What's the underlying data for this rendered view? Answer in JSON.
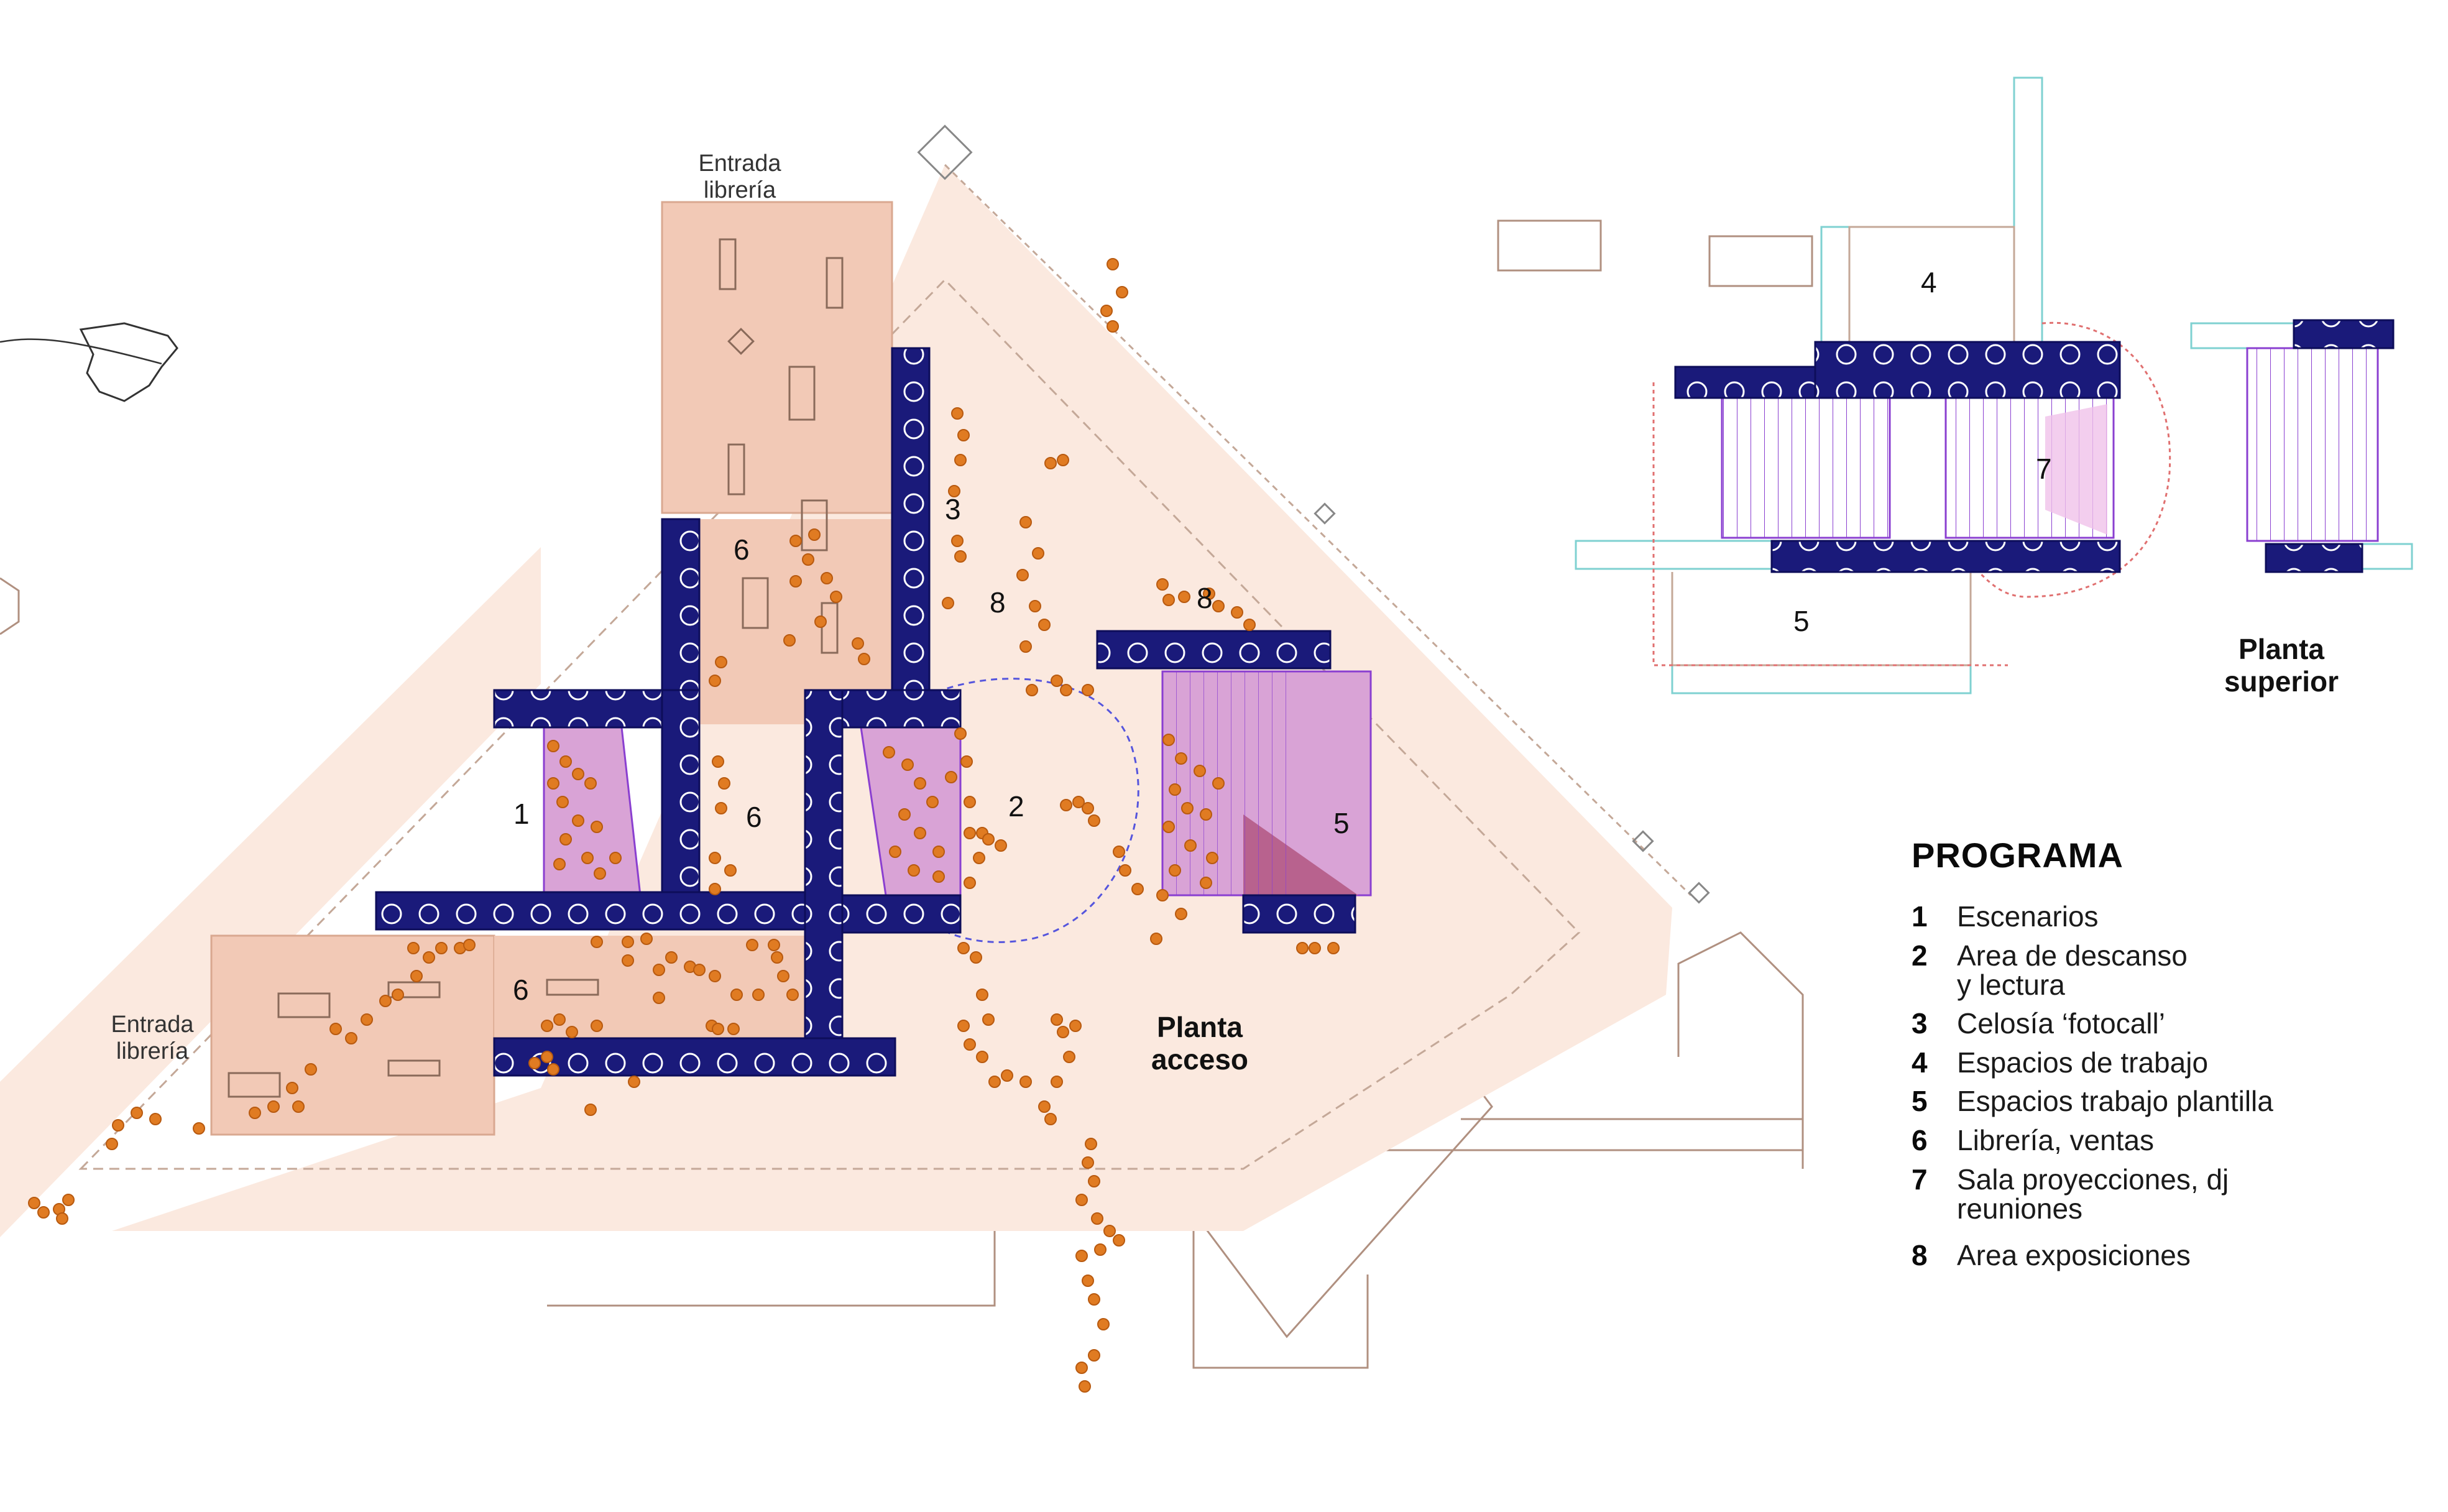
{
  "labels": {
    "entrance_top_line1": "Entrada",
    "entrance_top_line2": "librería",
    "entrance_left_line1": "Entrada",
    "entrance_left_line2": "librería",
    "ground_floor_line1": "Planta",
    "ground_floor_line2": "acceso",
    "upper_floor_line1": "Planta",
    "upper_floor_line2": "superior"
  },
  "zone_numbers": {
    "z1": "1",
    "z2": "2",
    "z3": "3",
    "z4": "4",
    "z5_ground": "5",
    "z5_upper": "5",
    "z6_a": "6",
    "z6_b": "6",
    "z6_c": "6",
    "z7": "7",
    "z8_a": "8",
    "z8_b": "8"
  },
  "legend": {
    "title": "PROGRAMA",
    "items": [
      {
        "num": "1",
        "line1": "Escenarios",
        "line2": ""
      },
      {
        "num": "2",
        "line1": "Area de descanso",
        "line2": "y lectura"
      },
      {
        "num": "3",
        "line1": "Celosía ‘fotocall’",
        "line2": ""
      },
      {
        "num": "4",
        "line1": "Espacios de trabajo",
        "line2": ""
      },
      {
        "num": "5",
        "line1": "Espacios trabajo plantilla",
        "line2": ""
      },
      {
        "num": "6",
        "line1": "Librería, ventas",
        "line2": ""
      },
      {
        "num": "7",
        "line1": "Sala proyecciones, dj",
        "line2": "reuniones"
      },
      {
        "num": "8",
        "line1": "Area exposiciones",
        "line2": ""
      }
    ]
  },
  "colors": {
    "site_fill": "#fbe9df",
    "bookstore_fill": "#f2c9b6",
    "structure": "#1a1a7a",
    "stage_fill": "#d9a3d6",
    "stage_line": "#8a3fd0",
    "dots": "#e07b22",
    "outline": "#b09080",
    "cyan_line": "#7fd1d1"
  }
}
